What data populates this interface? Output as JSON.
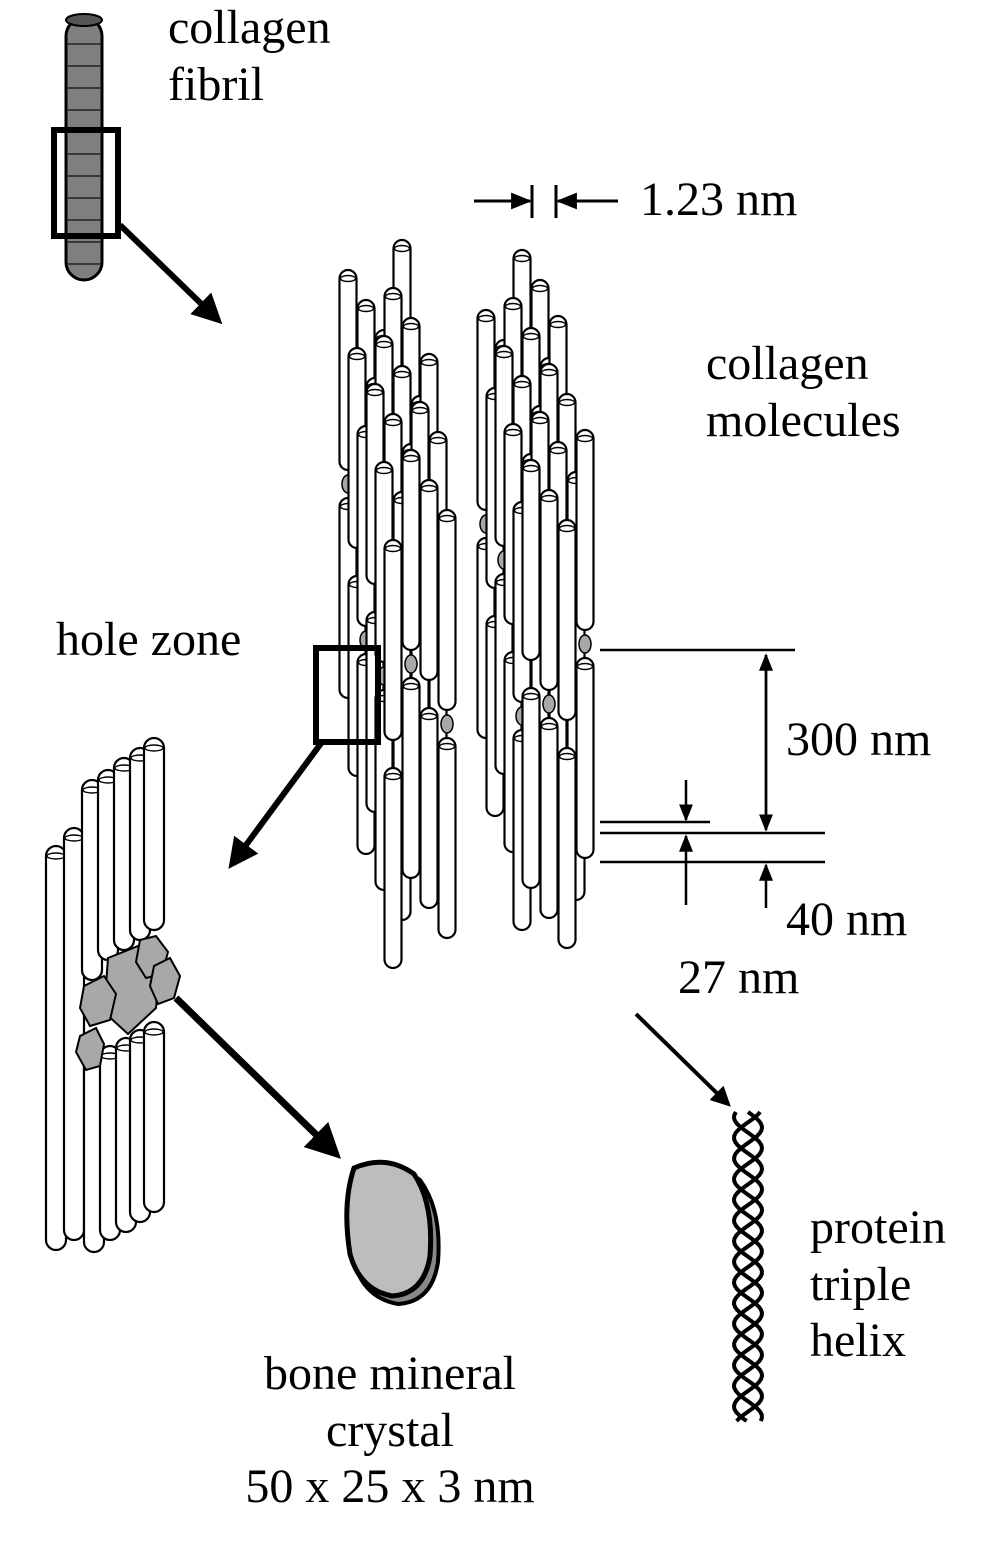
{
  "labels": {
    "collagen_fibril": [
      "collagen",
      "fibril"
    ],
    "spacing": "1.23 nm",
    "collagen_molecules": [
      "collagen",
      "molecules"
    ],
    "hole_zone": "hole zone",
    "length_300": "300 nm",
    "gap_40": "40 nm",
    "offset_27": "27 nm",
    "triple_helix": [
      "protein",
      "triple",
      "helix"
    ],
    "bone_mineral": [
      "bone mineral",
      "crystal",
      "50 x 25 x 3 nm"
    ]
  },
  "colors": {
    "ink": "#000000",
    "mineral_fill": "#bdbdbd",
    "fibril_fill": "#7f7f7f",
    "overlap_fill": "#a8a8a8",
    "background": "#ffffff"
  }
}
